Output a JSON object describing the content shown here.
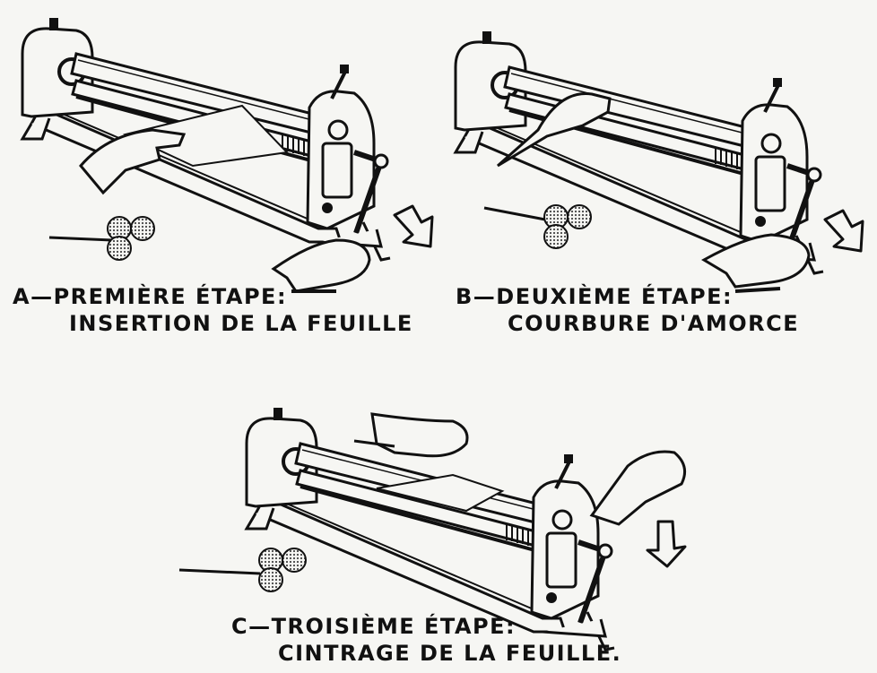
{
  "figures": [
    {
      "id": "A",
      "line1": "A—PREMIÈRE ÉTAPE:",
      "line2": "INSERTION DE LA FEUILLE"
    },
    {
      "id": "B",
      "line1": "B—DEUXIÈME ÉTAPE:",
      "line2": "COURBURE D'AMORCE"
    },
    {
      "id": "C",
      "line1": "C—TROISIÈME ÉTAPE:",
      "line2": "CINTRAGE DE LA FEUILLE."
    }
  ],
  "colors": {
    "ink": "#111111",
    "paper": "#f6f6f3",
    "screen": "#bdbdbd"
  },
  "icons": [
    "rolling-machine-icon",
    "hand-icon",
    "roller-section-icon",
    "direction-arrow-icon"
  ]
}
